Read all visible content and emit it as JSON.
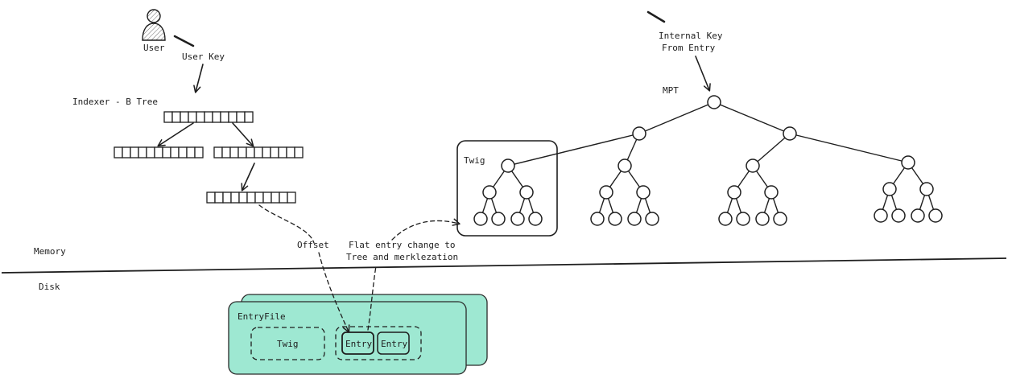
{
  "colors": {
    "ink": "#1e1e1e",
    "file_fill": "#9ee8d2",
    "file_stroke": "#2a2a2a"
  },
  "user": {
    "icon": "user-icon",
    "label": "User",
    "key_label": "User Key"
  },
  "indexer": {
    "title": "Indexer - B Tree"
  },
  "mpt": {
    "title": "MPT",
    "internal_key_line1": "Internal Key",
    "internal_key_line2": "From Entry",
    "twig_label": "Twig"
  },
  "arrows": {
    "offset_label": "Offset",
    "flat_line1": "Flat entry change to",
    "flat_line2": "Tree and merklezation"
  },
  "regions": {
    "memory_label": "Memory",
    "disk_label": "Disk"
  },
  "entry_file": {
    "title": "EntryFile",
    "twig_label": "Twig",
    "entries": [
      "Entry",
      "Entry"
    ]
  }
}
